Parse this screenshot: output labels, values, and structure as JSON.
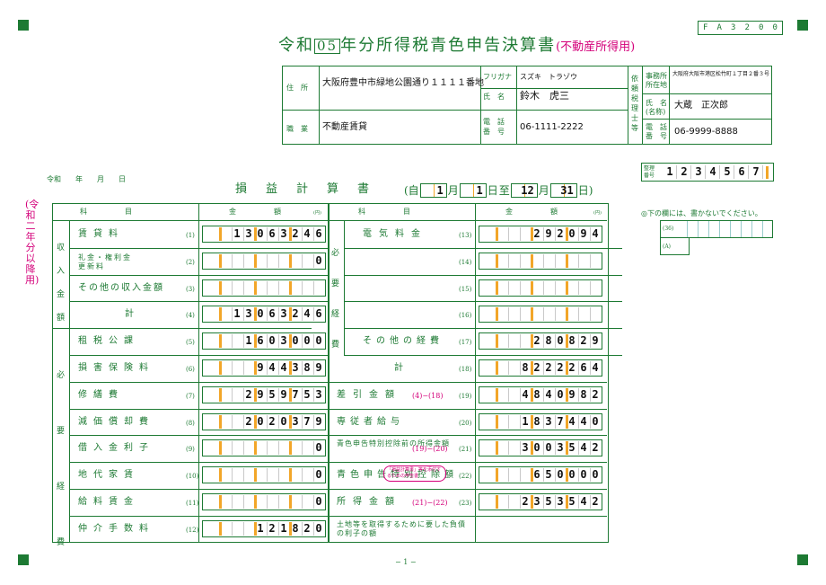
{
  "form_code": [
    "F",
    "A",
    "3",
    "2",
    "0",
    "0"
  ],
  "title": {
    "pre": "令和",
    "year": "05",
    "post": "年分所得税青色申告決算書",
    "sub": "(不動産所得用)"
  },
  "header": {
    "address_label": "住　所",
    "address": "大阪府豊中市緑地公園通り１１１１番地",
    "furigana_label": "フリガナ",
    "furigana": "スズキ　トラゾウ",
    "name_label": "氏　名",
    "name": "鈴木　虎三",
    "job_label": "職　業",
    "job": "不動産賃貸",
    "phone_label": "電　話\n番　号",
    "phone": "06-1111-2222",
    "tax_label": "依頼税理士等",
    "office_label": "事務所\n所在地",
    "office": "大阪府大阪市港区松竹町１丁目２番３号",
    "tax_name_label": "氏　名\n(名称)",
    "tax_name": "大蔵　正次郎",
    "tax_phone_label": "電　話\n番　号",
    "tax_phone": "06-9999-8888"
  },
  "date_label": "令和　　年　　月　　日",
  "seiri": {
    "label": "整理\n番号",
    "digits": [
      "1",
      "2",
      "3",
      "4",
      "5",
      "6",
      "7"
    ]
  },
  "note": "◎下の欄には、書かないでください。",
  "note_rows": [
    "(36)",
    "(A)"
  ],
  "pl": {
    "title": "損　益　計　算　書",
    "from": "(自",
    "m1": "1",
    "tsuki1": "月",
    "d1": "1",
    "hi1": "日",
    "to": "至",
    "m2": "12",
    "tsuki2": "月",
    "d2": "31",
    "hi2": "日)"
  },
  "side_label": "(令和二年分以降用)",
  "cols": {
    "kamoku": "科　　　　目",
    "kingaku": "金　　　　額",
    "yen": "(円)"
  },
  "left_rows": [
    {
      "label": "賃貸料",
      "num": "(1)",
      "digits": [
        "1",
        "3",
        "0",
        "6",
        "3",
        "2",
        "4",
        "6"
      ]
    },
    {
      "label": "礼金・権利金 更新料",
      "num": "(2)",
      "digits": [
        "0"
      ]
    },
    {
      "label": "その他の収入金額",
      "num": "(3)",
      "digits": []
    },
    {
      "label": "計",
      "num": "(4)",
      "digits": [
        "1",
        "3",
        "0",
        "6",
        "3",
        "2",
        "4",
        "6"
      ]
    },
    {
      "label": "租税公課",
      "num": "(5)",
      "digits": [
        "1",
        "6",
        "0",
        "3",
        "0",
        "0",
        "0"
      ]
    },
    {
      "label": "損害保険料",
      "num": "(6)",
      "digits": [
        "9",
        "4",
        "4",
        "3",
        "8",
        "9"
      ]
    },
    {
      "label": "修繕費",
      "num": "(7)",
      "digits": [
        "2",
        "9",
        "5",
        "9",
        "7",
        "5",
        "3"
      ]
    },
    {
      "label": "減価償却費",
      "num": "(8)",
      "digits": [
        "2",
        "0",
        "2",
        "0",
        "3",
        "7",
        "9"
      ]
    },
    {
      "label": "借入金利子",
      "num": "(9)",
      "digits": [
        "0"
      ]
    },
    {
      "label": "地代家賃",
      "num": "(10)",
      "digits": [
        "0"
      ]
    },
    {
      "label": "給料賃金",
      "num": "(11)",
      "digits": [
        "0"
      ]
    },
    {
      "label": "仲介手数料",
      "num": "(12)",
      "digits": [
        "1",
        "2",
        "1",
        "8",
        "2",
        "0"
      ]
    }
  ],
  "group_labels": {
    "income": "収入金額",
    "expense": "必要経費",
    "expense2": "必要経費"
  },
  "right_rows": [
    {
      "label": "電気料金",
      "num": "(13)",
      "digits": [
        "2",
        "9",
        "2",
        "0",
        "9",
        "4"
      ]
    },
    {
      "label": "",
      "num": "(14)",
      "digits": []
    },
    {
      "label": "",
      "num": "(15)",
      "digits": []
    },
    {
      "label": "",
      "num": "(16)",
      "digits": []
    },
    {
      "label": "その他の経費",
      "num": "(17)",
      "digits": [
        "2",
        "8",
        "0",
        "8",
        "2",
        "9"
      ]
    },
    {
      "label": "計",
      "num": "(18)",
      "digits": [
        "8",
        "2",
        "2",
        "2",
        "2",
        "6",
        "4"
      ]
    },
    {
      "label": "差引金額",
      "extra": "(4)−(18)",
      "num": "(19)",
      "digits": [
        "4",
        "8",
        "4",
        "0",
        "9",
        "8",
        "2"
      ]
    },
    {
      "label": "専従者給与",
      "num": "(20)",
      "digits": [
        "1",
        "8",
        "3",
        "7",
        "4",
        "4",
        "0"
      ]
    },
    {
      "label": "青色申告特別控除前の所得金額",
      "extra": "(19)−(20)",
      "num": "(21)",
      "digits": [
        "3",
        "0",
        "0",
        "3",
        "5",
        "4",
        "2"
      ]
    },
    {
      "label": "青色申告特別控除額",
      "extra": "「損益計算書」等を添付するための申告書",
      "num": "(22)",
      "digits": [
        "6",
        "5",
        "0",
        "0",
        "0",
        "0"
      ]
    },
    {
      "label": "所得金額",
      "extra": "(21)−(22)",
      "num": "(23)",
      "digits": [
        "2",
        "3",
        "5",
        "3",
        "5",
        "4",
        "2"
      ]
    },
    {
      "label": "土地等を取得するために要した負債の利子の額",
      "num": "",
      "digits": []
    }
  ],
  "page": "− 1 −"
}
